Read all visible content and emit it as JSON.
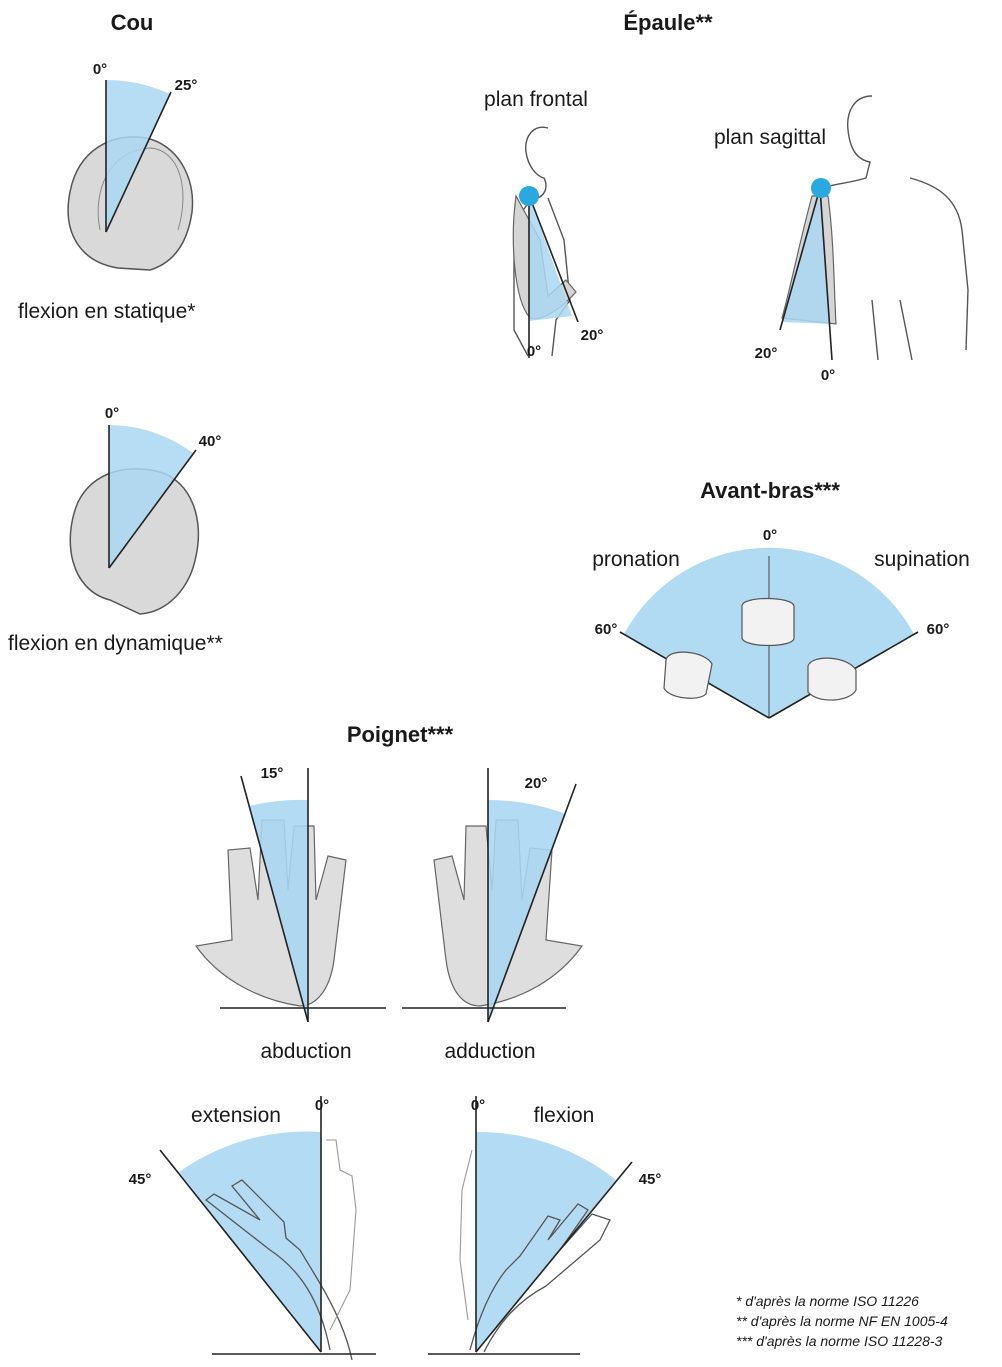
{
  "cou": {
    "title": "Cou",
    "static": {
      "a0": "0°",
      "a1": "25°",
      "caption": "flexion en statique*"
    },
    "dynamic": {
      "a0": "0°",
      "a1": "40°",
      "caption": "flexion en dynamique**"
    }
  },
  "epaule": {
    "title": "Épaule**",
    "frontal": {
      "label": "plan frontal",
      "a0": "0°",
      "a1": "20°"
    },
    "sagittal": {
      "label": "plan sagittal",
      "a0": "0°",
      "a1": "20°"
    }
  },
  "avant_bras": {
    "title": "Avant-bras***",
    "top": "0°",
    "left_label": "pronation",
    "right_label": "supination",
    "left_angle": "60°",
    "right_angle": "60°"
  },
  "poignet": {
    "title": "Poignet***",
    "abduction": {
      "angle": "15°",
      "label": "abduction"
    },
    "adduction": {
      "angle": "20°",
      "label": "adduction"
    },
    "extension": {
      "label": "extension",
      "a0": "0°",
      "a1": "45°"
    },
    "flexion": {
      "label": "flexion",
      "a0": "0°",
      "a1": "45°"
    }
  },
  "footnotes": [
    "* d'après la norme ISO 11226",
    "** d'après la norme NF EN 1005-4",
    "*** d'après la norme ISO 11228-3"
  ],
  "colors": {
    "sector": "#a9d7f2",
    "joint": "#29a9e0",
    "silhouette": "#d7d7d7",
    "outline": "#555555"
  }
}
